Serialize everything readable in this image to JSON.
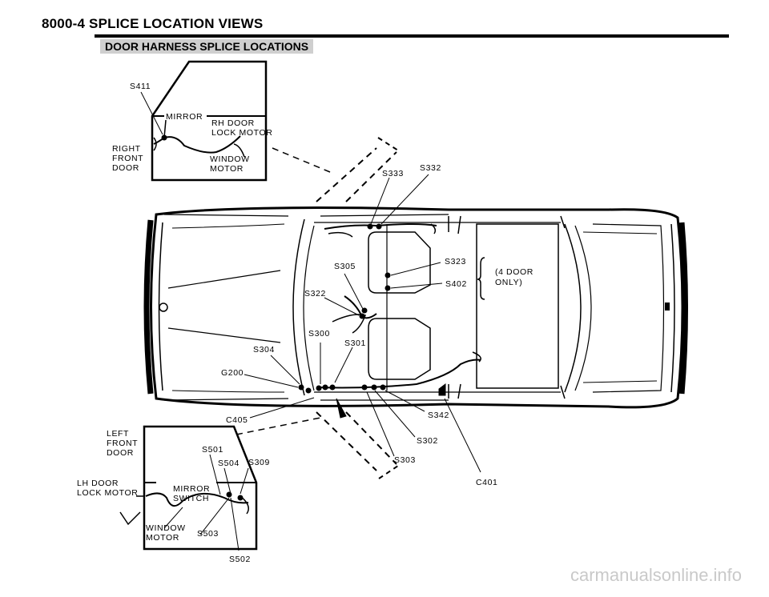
{
  "header": {
    "title": "8000-4 SPLICE LOCATION VIEWS",
    "subtitle": "DOOR HARNESS SPLICE LOCATIONS"
  },
  "rh_door": {
    "door_label": [
      "RIGHT",
      "FRONT",
      "DOOR"
    ],
    "mirror": "MIRROR",
    "lock_motor": [
      "RH DOOR",
      "LOCK MOTOR"
    ],
    "window_motor": [
      "WINDOW",
      "MOTOR"
    ],
    "splice": "S411"
  },
  "lh_door": {
    "door_label": [
      "LEFT",
      "FRONT",
      "DOOR"
    ],
    "lock_motor": [
      "LH DOOR",
      "LOCK MOTOR"
    ],
    "mirror_switch": [
      "MIRROR",
      "SWITCH"
    ],
    "window_motor": [
      "WINDOW",
      "MOTOR"
    ],
    "splices": [
      "S501",
      "S504",
      "S309",
      "S503",
      "S502"
    ]
  },
  "car": {
    "splices_top": [
      "S333",
      "S332"
    ],
    "splices_center": [
      "S305",
      "S323",
      "S402",
      "S322",
      "S300",
      "S301",
      "S304",
      "G200"
    ],
    "four_door_note": [
      "(4 DOOR",
      "ONLY)"
    ],
    "bottom_labels": [
      "C405",
      "S342",
      "S302",
      "S303",
      "C401"
    ]
  },
  "watermark": "carmanualsonline.info"
}
